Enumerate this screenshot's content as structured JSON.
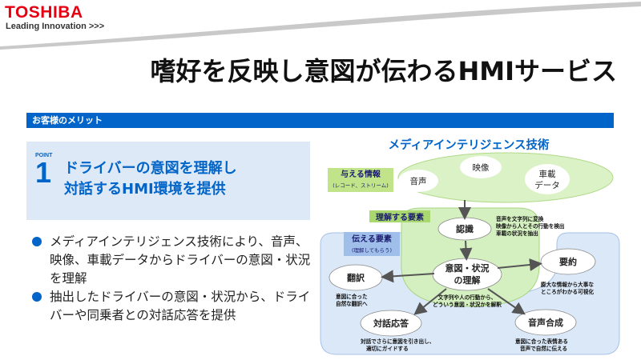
{
  "logo": {
    "brand": "TOSHIBA",
    "tagline": "Leading Innovation >>>"
  },
  "title": "嗜好を反映し意図が伝わるHMIサービス",
  "section": {
    "label": "お客様のメリット"
  },
  "point": {
    "label": "POINT",
    "number": "1",
    "line1": "ドライバーの意図を理解し",
    "line2": "対話するHMI環境を提供"
  },
  "bullets": [
    "メディアインテリジェンス技術により、音声、映像、車載データからドライバーの意図・状況を理解",
    "抽出したドライバーの意図・状況から、ドライバーや同乗者との対話応答を提供"
  ],
  "diagram": {
    "heading": "メディアインテリジェンス技術",
    "input": {
      "label": "与える情報",
      "sub": "(レコード、ストリーム)"
    },
    "understand": {
      "label": "理解する要素"
    },
    "convey": {
      "label": "伝える要素",
      "sub": "(理解してもらう)"
    },
    "nodes": {
      "voice": "音声",
      "video": "映像",
      "vehicle_line1": "車載",
      "vehicle_line2": "データ",
      "recognition": "認識",
      "intent_line1": "意図・状況",
      "intent_line2": "の理解",
      "summary": "要約",
      "translation": "翻訳",
      "dialog": "対話応答",
      "synthesis": "音声合成"
    },
    "notes": {
      "recognition_1": "音声を文字列に変換",
      "recognition_2": "映像から人とその行動を検出",
      "recognition_3": "車載の状況を抽出",
      "intent_1": "文字列や人の行動から、",
      "intent_2": "どういう意図・状況かを解釈",
      "summary_1": "膨大な情報から大事な",
      "summary_2": "ところがわかる可視化",
      "translation_1": "意図に合った",
      "translation_2": "自然な翻訳へ",
      "dialog_1": "対話でさらに意図を引き出し、",
      "dialog_2": "適切にガイドする",
      "synthesis_1": "意図に合った表情ある",
      "synthesis_2": "音声で自然に伝える"
    }
  }
}
